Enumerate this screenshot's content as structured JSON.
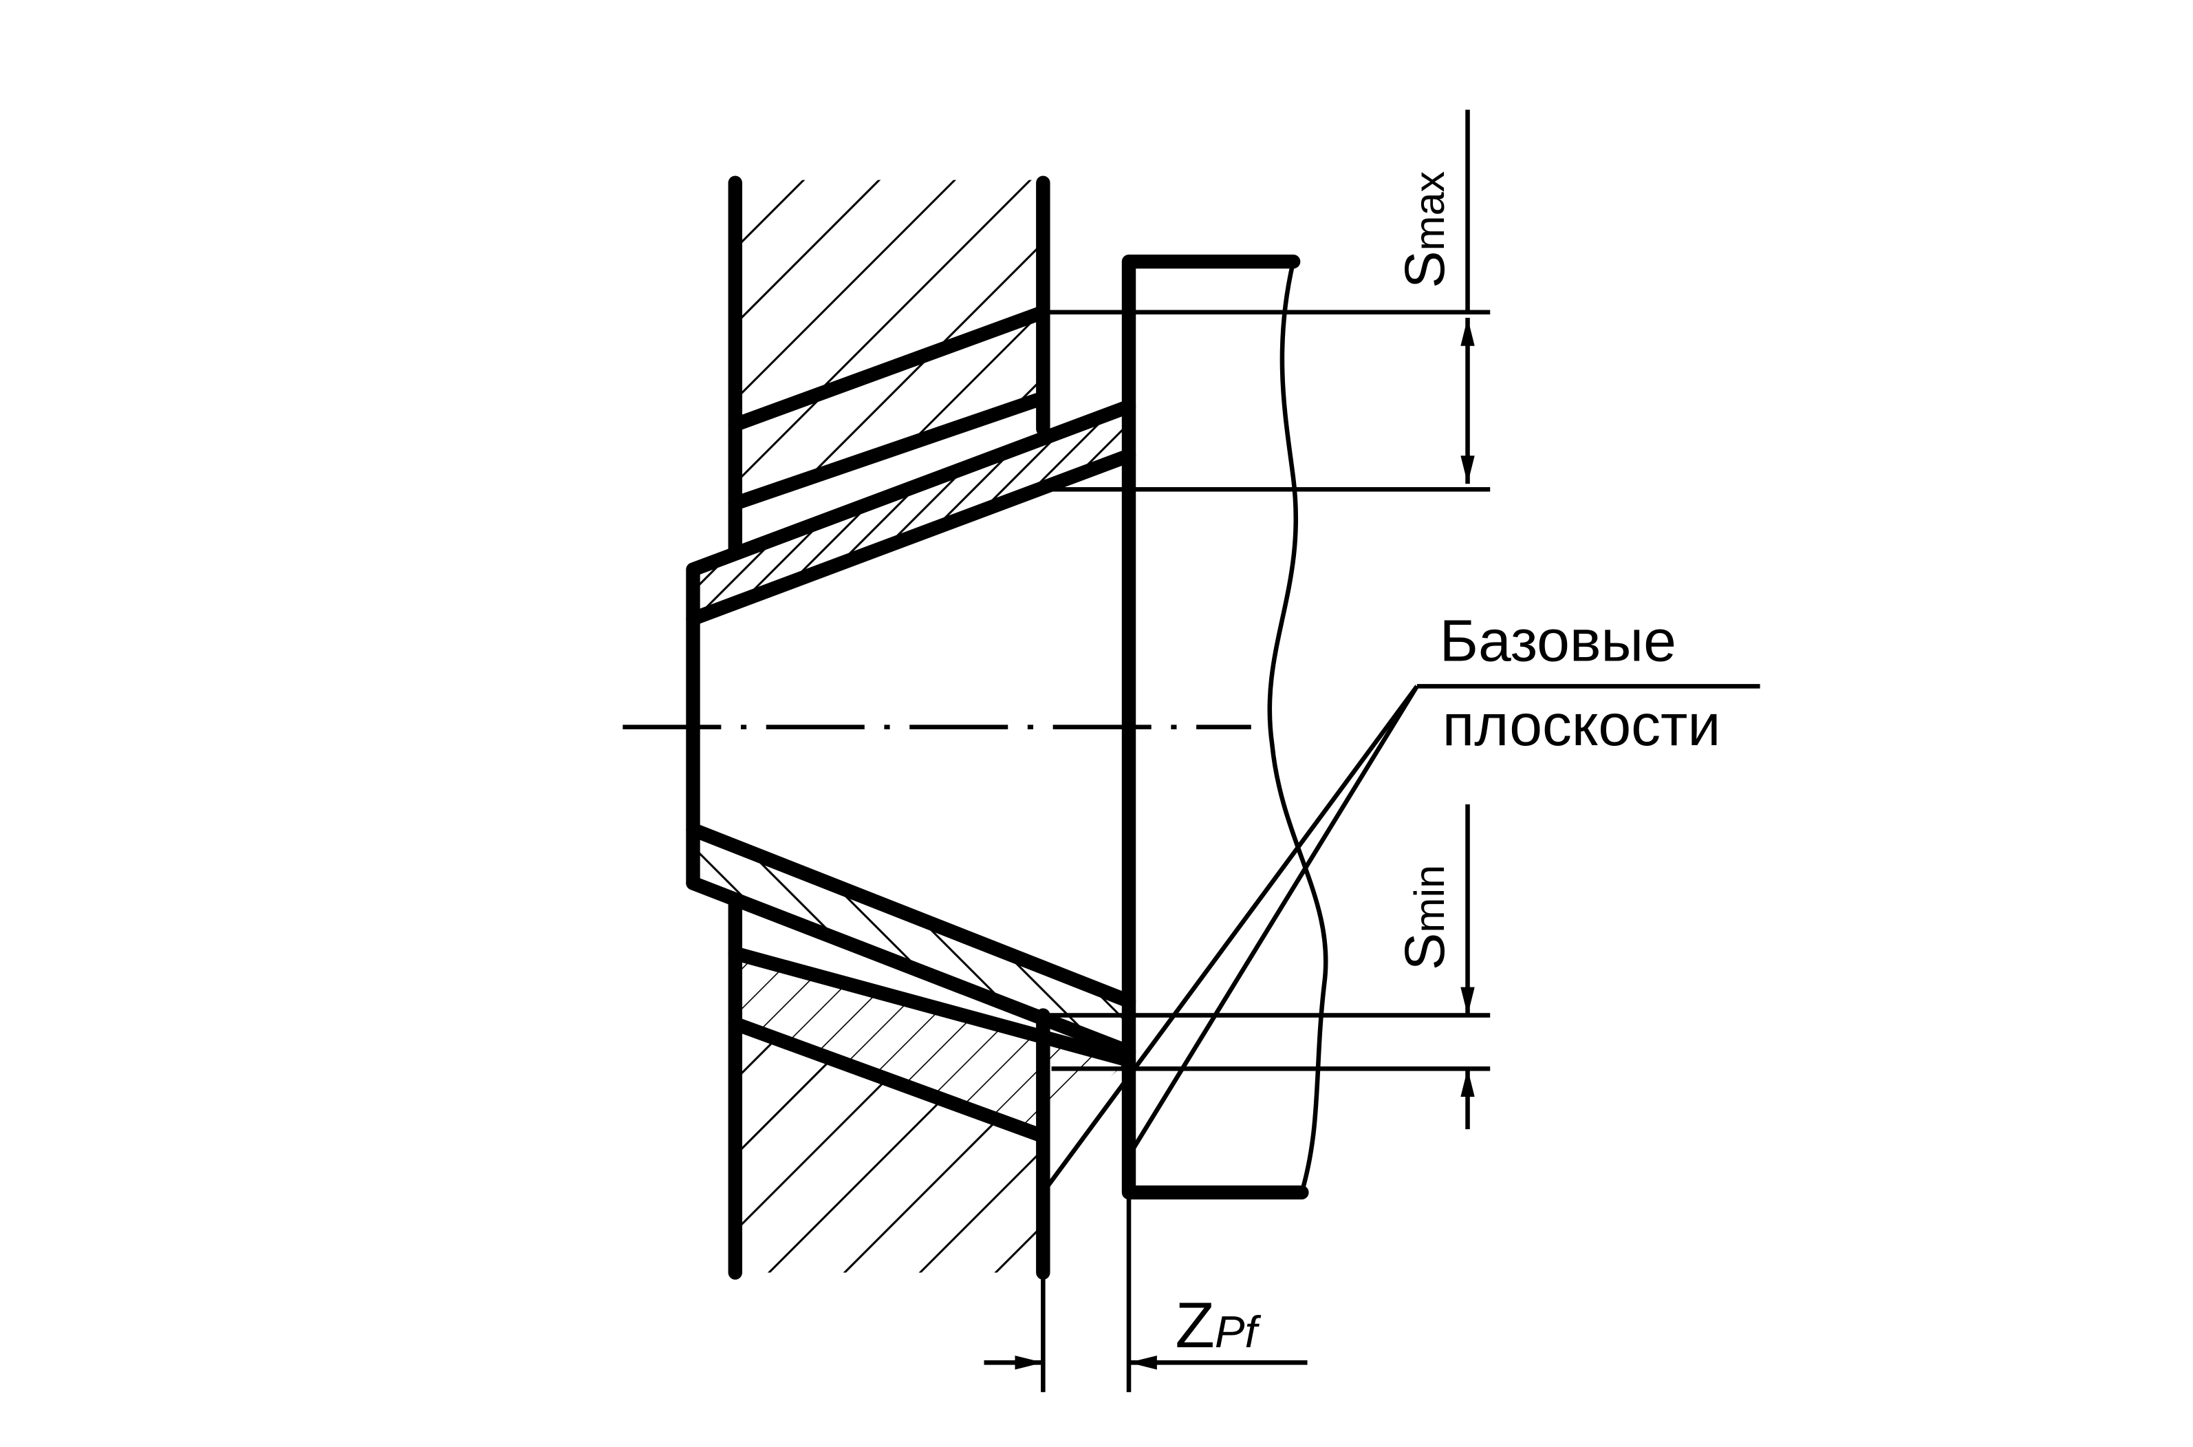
{
  "labels": {
    "s_max": {
      "main": "S",
      "sub": "max"
    },
    "s_min": {
      "main": "S",
      "sub": "min"
    },
    "base_planes_line1": "Базовые",
    "base_planes_line2": "плоскости",
    "z_pf": {
      "main": "Z",
      "sub": "Pf"
    }
  },
  "colors": {
    "line": "#000000",
    "background": "#ffffff"
  }
}
